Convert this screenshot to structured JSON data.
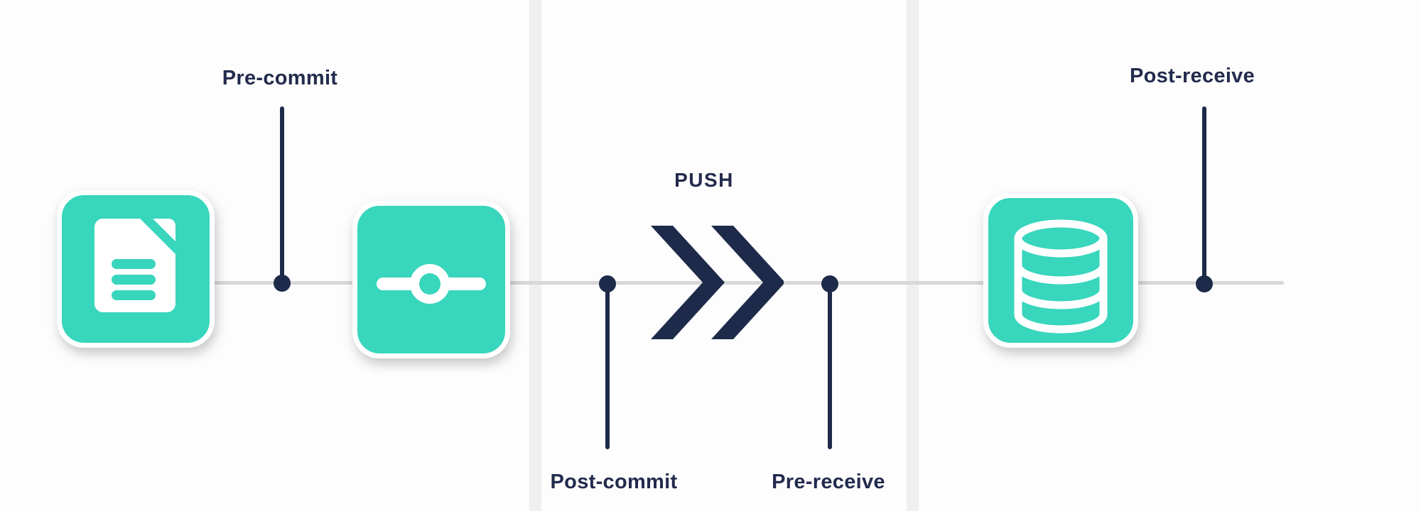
{
  "labels": {
    "pre_commit": "Pre-commit",
    "post_commit": "Post-commit",
    "pre_receive": "Pre-receive",
    "post_receive": "Post-receive",
    "push": "PUSH"
  },
  "hooks": [
    {
      "label": "Pre-commit",
      "placement": "above-line"
    },
    {
      "label": "Post-commit",
      "placement": "below-line"
    },
    {
      "label": "Pre-receive",
      "placement": "below-line"
    },
    {
      "label": "Post-receive",
      "placement": "above-line"
    }
  ],
  "icons": {
    "source": "document-icon",
    "commit": "commit-node-icon",
    "push": "double-chevron-right-icon",
    "remote": "database-icon"
  },
  "colors": {
    "teal": "#38d6bc",
    "navy": "#1e2a4a",
    "text_navy": "#232b4d",
    "line_gray": "#d7d7d7",
    "divider_gray": "#efefef",
    "background": "#fdfdfd",
    "icon_border": "#ffffff"
  }
}
